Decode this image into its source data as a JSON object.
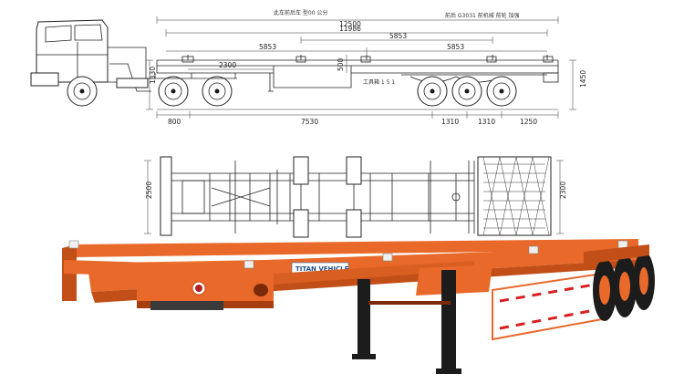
{
  "side_view": {
    "title": "此车前后车 型00 公分",
    "note_top": "前后 G3031 前机械 前轮 加强",
    "label_mid": "工具箱 1 5 1",
    "dims": {
      "overall_length": "12500",
      "frame_length": "11986",
      "left_5853": "5853",
      "right_5853": "5853",
      "lower_5853": "5853",
      "kingpin_2300": "2300",
      "height_500": "500",
      "left_height": "1330",
      "right_height": "1450",
      "front_800": "800",
      "wheelbase_7530": "7530",
      "axle_gap_1": "1310",
      "axle_gap_2": "1310",
      "rear_overhang": "1250"
    }
  },
  "top_view": {
    "width_left": "2500",
    "width_right": "2300"
  },
  "photo": {
    "brand": "TITAN VEHICLE",
    "colors": {
      "body": "#e8692a",
      "dark": "#c24f18",
      "tire": "#1c1c1c"
    }
  }
}
